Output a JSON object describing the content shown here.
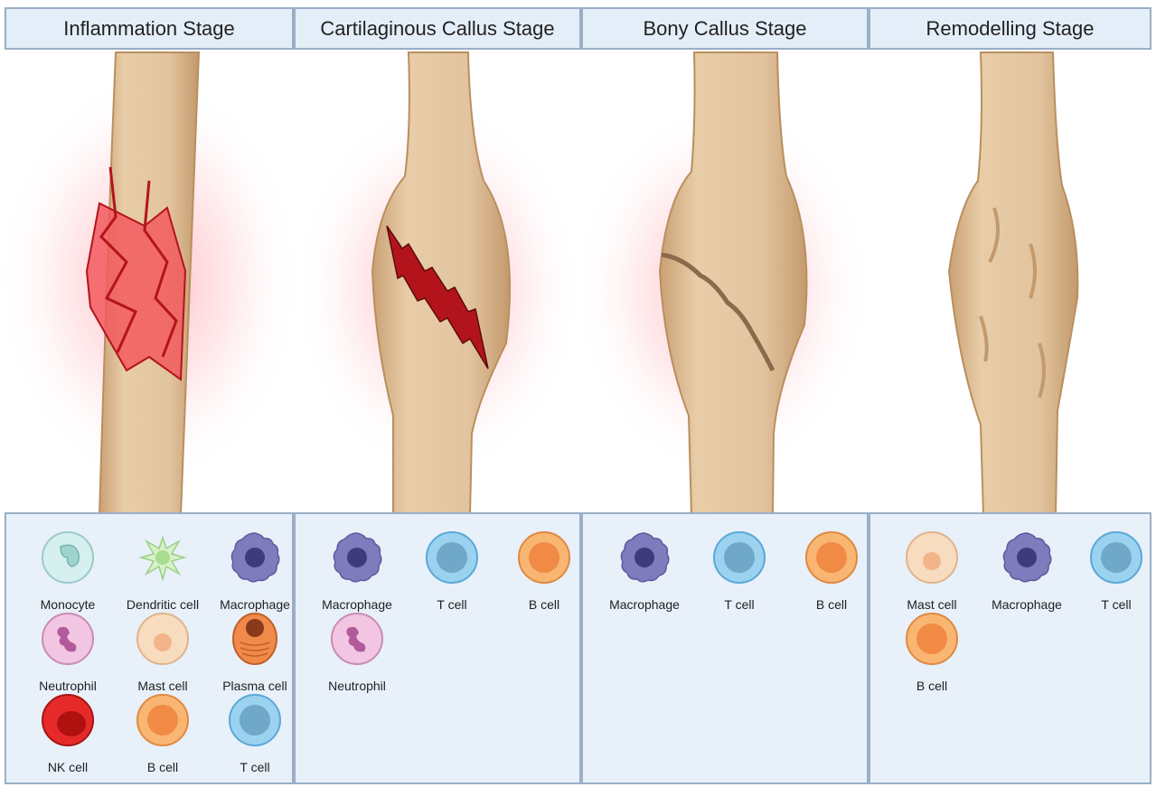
{
  "stages": [
    {
      "title": "Inflammation Stage",
      "cells": [
        {
          "label": "Monocyte",
          "type": "monocyte"
        },
        {
          "label": "Dendritic cell",
          "type": "dendritic"
        },
        {
          "label": "Macrophage",
          "type": "macrophage"
        },
        {
          "label": "Neutrophil",
          "type": "neutrophil"
        },
        {
          "label": "Mast cell",
          "type": "mast"
        },
        {
          "label": "Plasma cell",
          "type": "plasma"
        },
        {
          "label": "NK cell",
          "type": "nk"
        },
        {
          "label": "B cell",
          "type": "bcell"
        },
        {
          "label": "T cell",
          "type": "tcell"
        }
      ]
    },
    {
      "title": "Cartilaginous Callus Stage",
      "cells": [
        {
          "label": "Macrophage",
          "type": "macrophage"
        },
        {
          "label": "T cell",
          "type": "tcell"
        },
        {
          "label": "B cell",
          "type": "bcell"
        },
        {
          "label": "Neutrophil",
          "type": "neutrophil"
        }
      ]
    },
    {
      "title": "Bony Callus Stage",
      "cells": [
        {
          "label": "Macrophage",
          "type": "macrophage"
        },
        {
          "label": "T cell",
          "type": "tcell"
        },
        {
          "label": "B cell",
          "type": "bcell"
        }
      ]
    },
    {
      "title": "Remodelling Stage",
      "cells": [
        {
          "label": "Mast cell",
          "type": "mast"
        },
        {
          "label": "Macrophage",
          "type": "macrophage"
        },
        {
          "label": "T cell",
          "type": "tcell"
        },
        {
          "label": "B cell",
          "type": "bcell"
        }
      ]
    }
  ],
  "colors": {
    "bone": "#e2c49f",
    "bone_edge": "#b98f5f",
    "inflammation": "#f25a5f",
    "fracture": "#b3141c",
    "header_bg": "#e4eef8",
    "panel_bg": "#e8f0f9",
    "border": "#9aafc6"
  }
}
